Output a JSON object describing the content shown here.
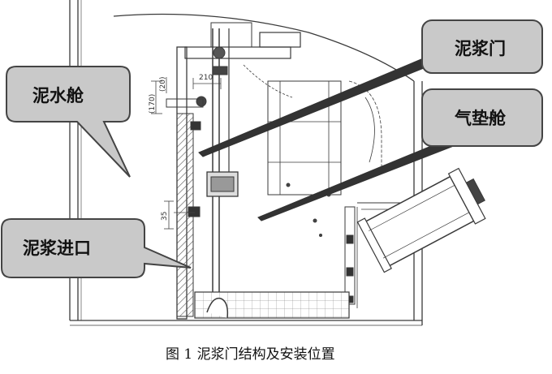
{
  "callouts": {
    "mud_chamber": "泥水舱",
    "slurry_door": "泥浆门",
    "air_cushion_chamber": "气垫舱",
    "slurry_inlet": "泥浆进口"
  },
  "dimensions": {
    "d_210": "210",
    "d_20": "(20)",
    "d_170": "(170)",
    "d_35": "35"
  },
  "caption": "图 1  泥浆门结构及安装位置",
  "colors": {
    "callout_fill": "#c9c9c9",
    "callout_stroke": "#444444",
    "line": "#3a3a3a",
    "hatch": "#555555"
  }
}
